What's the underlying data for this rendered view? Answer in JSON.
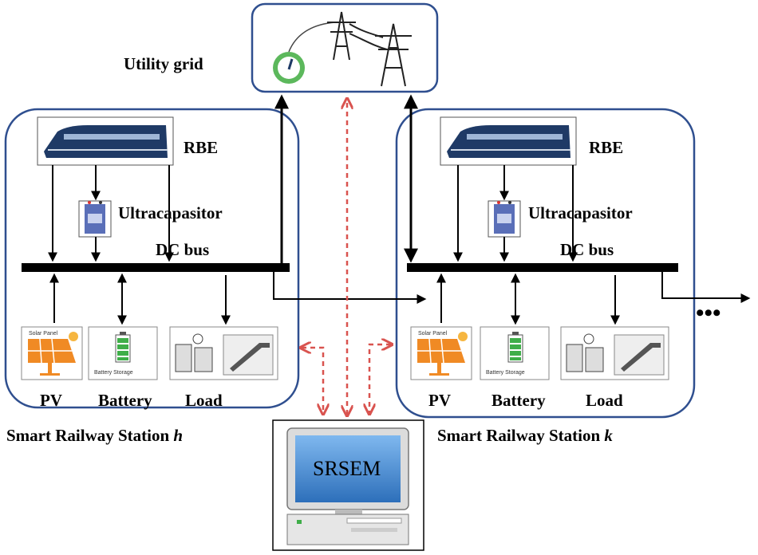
{
  "grid": {
    "label": "Utility grid"
  },
  "stations": [
    {
      "id": "h",
      "rbe_label": "RBE",
      "ultracap_label": "Ultracapasitor",
      "dcbus_label": "DC bus",
      "pv_label": "PV",
      "battery_label": "Battery",
      "load_label": "Load",
      "battery_icon_text": "Battery Storage",
      "solar_icon_text": "Solar Panel",
      "station_name": "Smart Railway Station",
      "station_var": "h"
    },
    {
      "id": "k",
      "rbe_label": "RBE",
      "ultracap_label": "Ultracapasitor",
      "dcbus_label": "DC bus",
      "pv_label": "PV",
      "battery_label": "Battery",
      "load_label": "Load",
      "battery_icon_text": "Battery Storage",
      "solar_icon_text": "Solar Panel",
      "station_name": "Smart Railway Station",
      "station_var": "k"
    }
  ],
  "controller": {
    "label": "SRSEM"
  },
  "continuation": "•••",
  "colors": {
    "box_border": "#2f4f8f",
    "control_arrow": "#d9534f",
    "train": "#1f3a66",
    "monitor_screen": "#4a8fd8",
    "meter": "#5cb85c",
    "solar": "#f08a24",
    "battery": "#3fae49"
  }
}
